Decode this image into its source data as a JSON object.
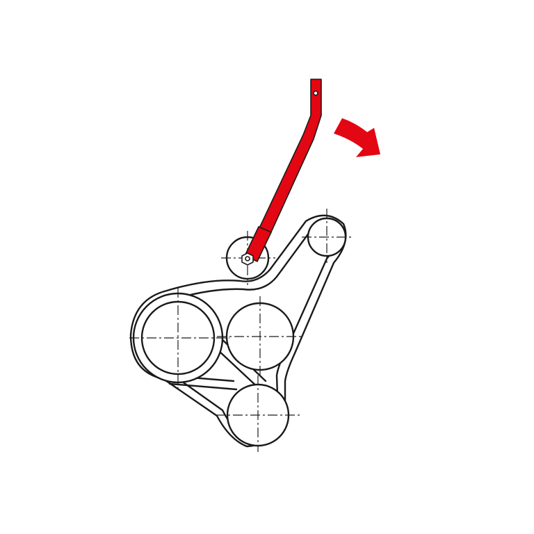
{
  "diagram": {
    "colors": {
      "background": "#ffffff",
      "line": "#1a1a1a",
      "tool": "#e30613",
      "arrow": "#e30613"
    },
    "pulleys": [
      "tensioner-pulley",
      "idler-pulley",
      "crankshaft-pulley",
      "alternator-pulley",
      "lower-pulley"
    ],
    "tool_icon": "wrench-icon",
    "arrow_icon": "curved-arrow-icon"
  }
}
